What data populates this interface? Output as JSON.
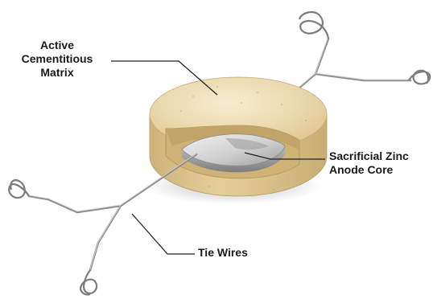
{
  "labels": {
    "matrix": [
      "Active",
      "Cementitious",
      "Matrix"
    ],
    "anode": [
      "Sacrificial Zinc",
      "Anode Core"
    ],
    "wires": [
      "Tie Wires"
    ]
  },
  "colors": {
    "cement_top": "#e9d7ad",
    "cement_side": "#ddc78f",
    "cement_inner": "#d2b77a",
    "zinc": "#d6d6d6",
    "wire": "#8c8c8c",
    "leader": "#222222"
  }
}
